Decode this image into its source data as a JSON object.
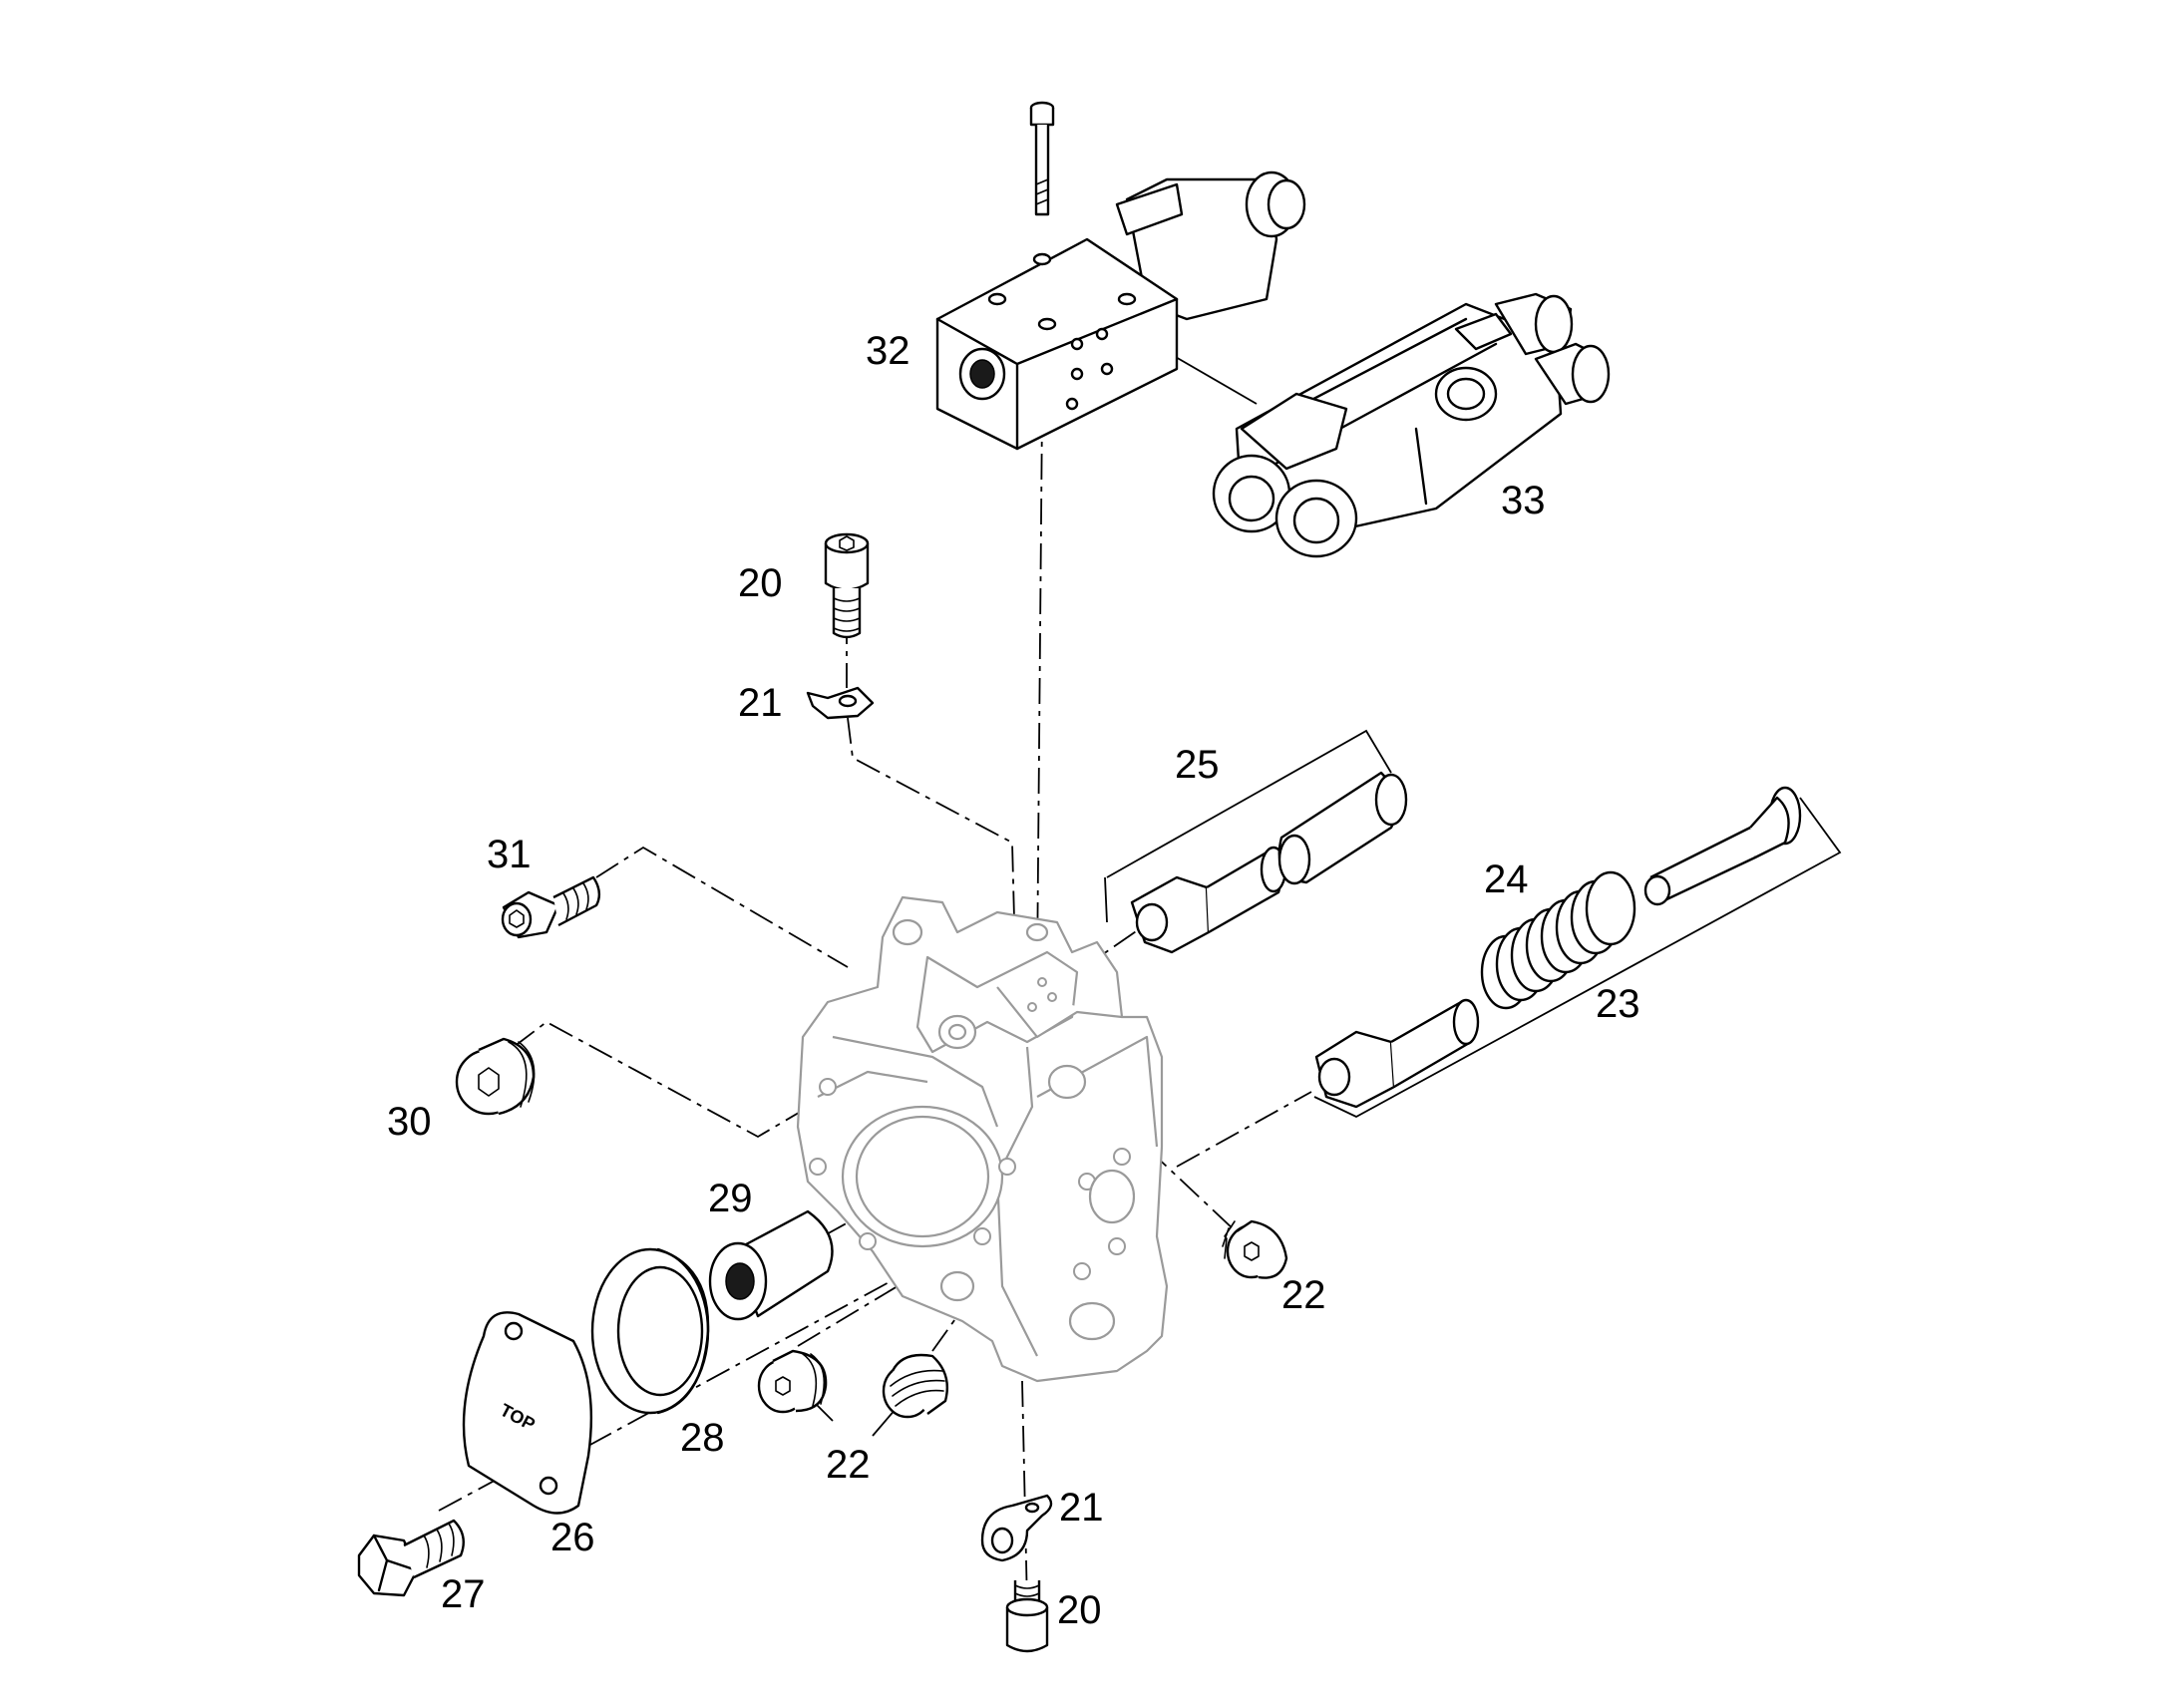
{
  "callouts": {
    "c32": "32",
    "c33": "33",
    "c20_top": "20",
    "c21_top": "21",
    "c25": "25",
    "c31": "31",
    "c24": "24",
    "c23": "23",
    "c30": "30",
    "c29": "29",
    "c22_right": "22",
    "c28": "28",
    "c22_bottom": "22",
    "c21_bottom": "21",
    "c26": "26",
    "c27": "27",
    "c20_bottom": "20"
  },
  "cover_marking": "TOP"
}
